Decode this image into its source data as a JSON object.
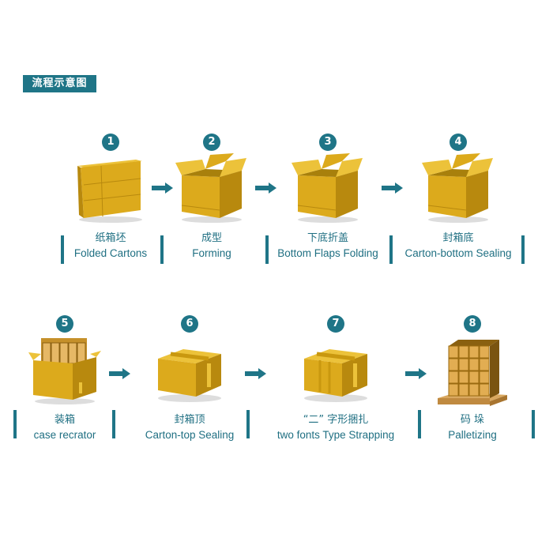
{
  "title": "流程示意图",
  "colors": {
    "accent": "#1f7587",
    "box": "#dcaa1c"
  },
  "steps": [
    {
      "number": "1",
      "cn": "纸箱坯",
      "en": "Folded Cartons",
      "icon": "folded-cartons-icon"
    },
    {
      "number": "2",
      "cn": "成型",
      "en": "Forming",
      "icon": "open-box-icon"
    },
    {
      "number": "3",
      "cn": "下底折盖",
      "en": "Bottom Flaps Folding",
      "icon": "open-box-icon"
    },
    {
      "number": "4",
      "cn": "封箱底",
      "en": "Carton-bottom Sealing",
      "icon": "open-box-icon"
    },
    {
      "number": "5",
      "cn": "装箱",
      "en": "case recrator",
      "icon": "packed-box-icon"
    },
    {
      "number": "6",
      "cn": "封箱顶",
      "en": "Carton-top Sealing",
      "icon": "sealed-box-icon"
    },
    {
      "number": "7",
      "cn": "“二” 字形捆扎",
      "en": "two fonts Type Strapping",
      "icon": "strapped-box-icon"
    },
    {
      "number": "8",
      "cn": "码 垛",
      "en": "Palletizing",
      "icon": "pallet-icon"
    }
  ]
}
